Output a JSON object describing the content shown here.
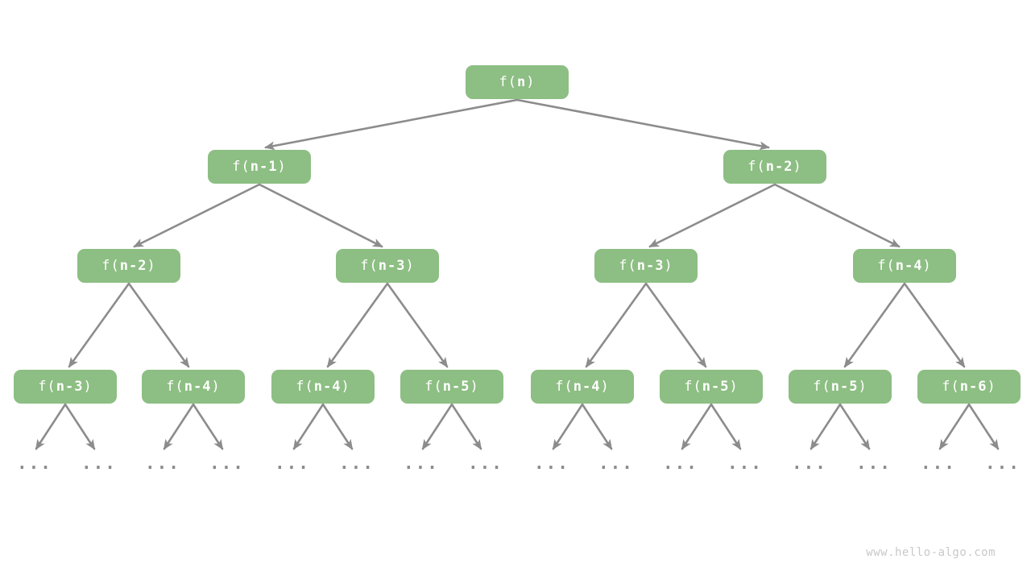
{
  "diagram": {
    "description": "Recursion tree of fibonacci-style calls f(n) = f(n-1) + f(n-2)",
    "ellipsis_label": "...",
    "watermark": "www.hello-algo.com",
    "colors": {
      "node_fill": "#8DBE83",
      "node_text": "#ffffff",
      "edge": "#8c8c8c",
      "ellipsis": "#8a8a8a",
      "watermark": "#c9c9c9",
      "background": "#ffffff"
    }
  },
  "nodes": [
    {
      "level": 1,
      "label": "f(n)",
      "prefix": "f(",
      "arg": "n",
      "suffix": ")"
    },
    {
      "level": 2,
      "label": "f(n-1)",
      "prefix": "f(",
      "arg": "n-1",
      "suffix": ")"
    },
    {
      "level": 2,
      "label": "f(n-2)",
      "prefix": "f(",
      "arg": "n-2",
      "suffix": ")"
    },
    {
      "level": 3,
      "label": "f(n-2)",
      "prefix": "f(",
      "arg": "n-2",
      "suffix": ")"
    },
    {
      "level": 3,
      "label": "f(n-3)",
      "prefix": "f(",
      "arg": "n-3",
      "suffix": ")"
    },
    {
      "level": 3,
      "label": "f(n-3)",
      "prefix": "f(",
      "arg": "n-3",
      "suffix": ")"
    },
    {
      "level": 3,
      "label": "f(n-4)",
      "prefix": "f(",
      "arg": "n-4",
      "suffix": ")"
    },
    {
      "level": 4,
      "label": "f(n-3)",
      "prefix": "f(",
      "arg": "n-3",
      "suffix": ")"
    },
    {
      "level": 4,
      "label": "f(n-4)",
      "prefix": "f(",
      "arg": "n-4",
      "suffix": ")"
    },
    {
      "level": 4,
      "label": "f(n-4)",
      "prefix": "f(",
      "arg": "n-4",
      "suffix": ")"
    },
    {
      "level": 4,
      "label": "f(n-5)",
      "prefix": "f(",
      "arg": "n-5",
      "suffix": ")"
    },
    {
      "level": 4,
      "label": "f(n-4)",
      "prefix": "f(",
      "arg": "n-4",
      "suffix": ")"
    },
    {
      "level": 4,
      "label": "f(n-5)",
      "prefix": "f(",
      "arg": "n-5",
      "suffix": ")"
    },
    {
      "level": 4,
      "label": "f(n-5)",
      "prefix": "f(",
      "arg": "n-5",
      "suffix": ")"
    },
    {
      "level": 4,
      "label": "f(n-6)",
      "prefix": "f(",
      "arg": "n-6",
      "suffix": ")"
    }
  ]
}
